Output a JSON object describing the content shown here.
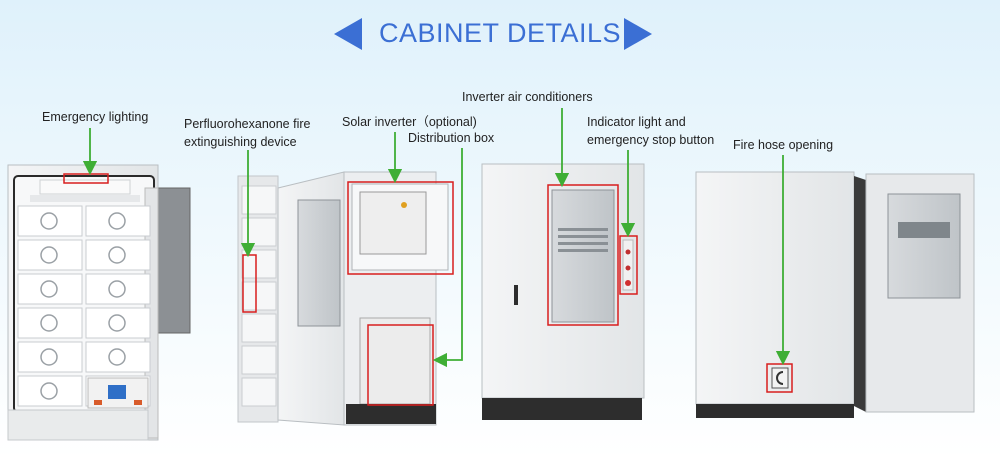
{
  "title": "CABINET DETAILS",
  "labels": {
    "emergency_lighting": "Emergency lighting",
    "fire_device_line1": "Perfluorohexanone fire",
    "fire_device_line2": "extinguishing device",
    "solar_inverter": "Solar inverter（optional)",
    "distribution_box": "Distribution box",
    "inverter_ac": "Inverter air conditioners",
    "indicator_line1": "Indicator light and",
    "indicator_line2": "emergency stop button",
    "fire_hose": "Fire hose opening"
  },
  "colors": {
    "title": "#3b6fd4",
    "arrow": "#3fae35",
    "highlight": "#d81e1e",
    "cabinet": "#eef0f1"
  }
}
